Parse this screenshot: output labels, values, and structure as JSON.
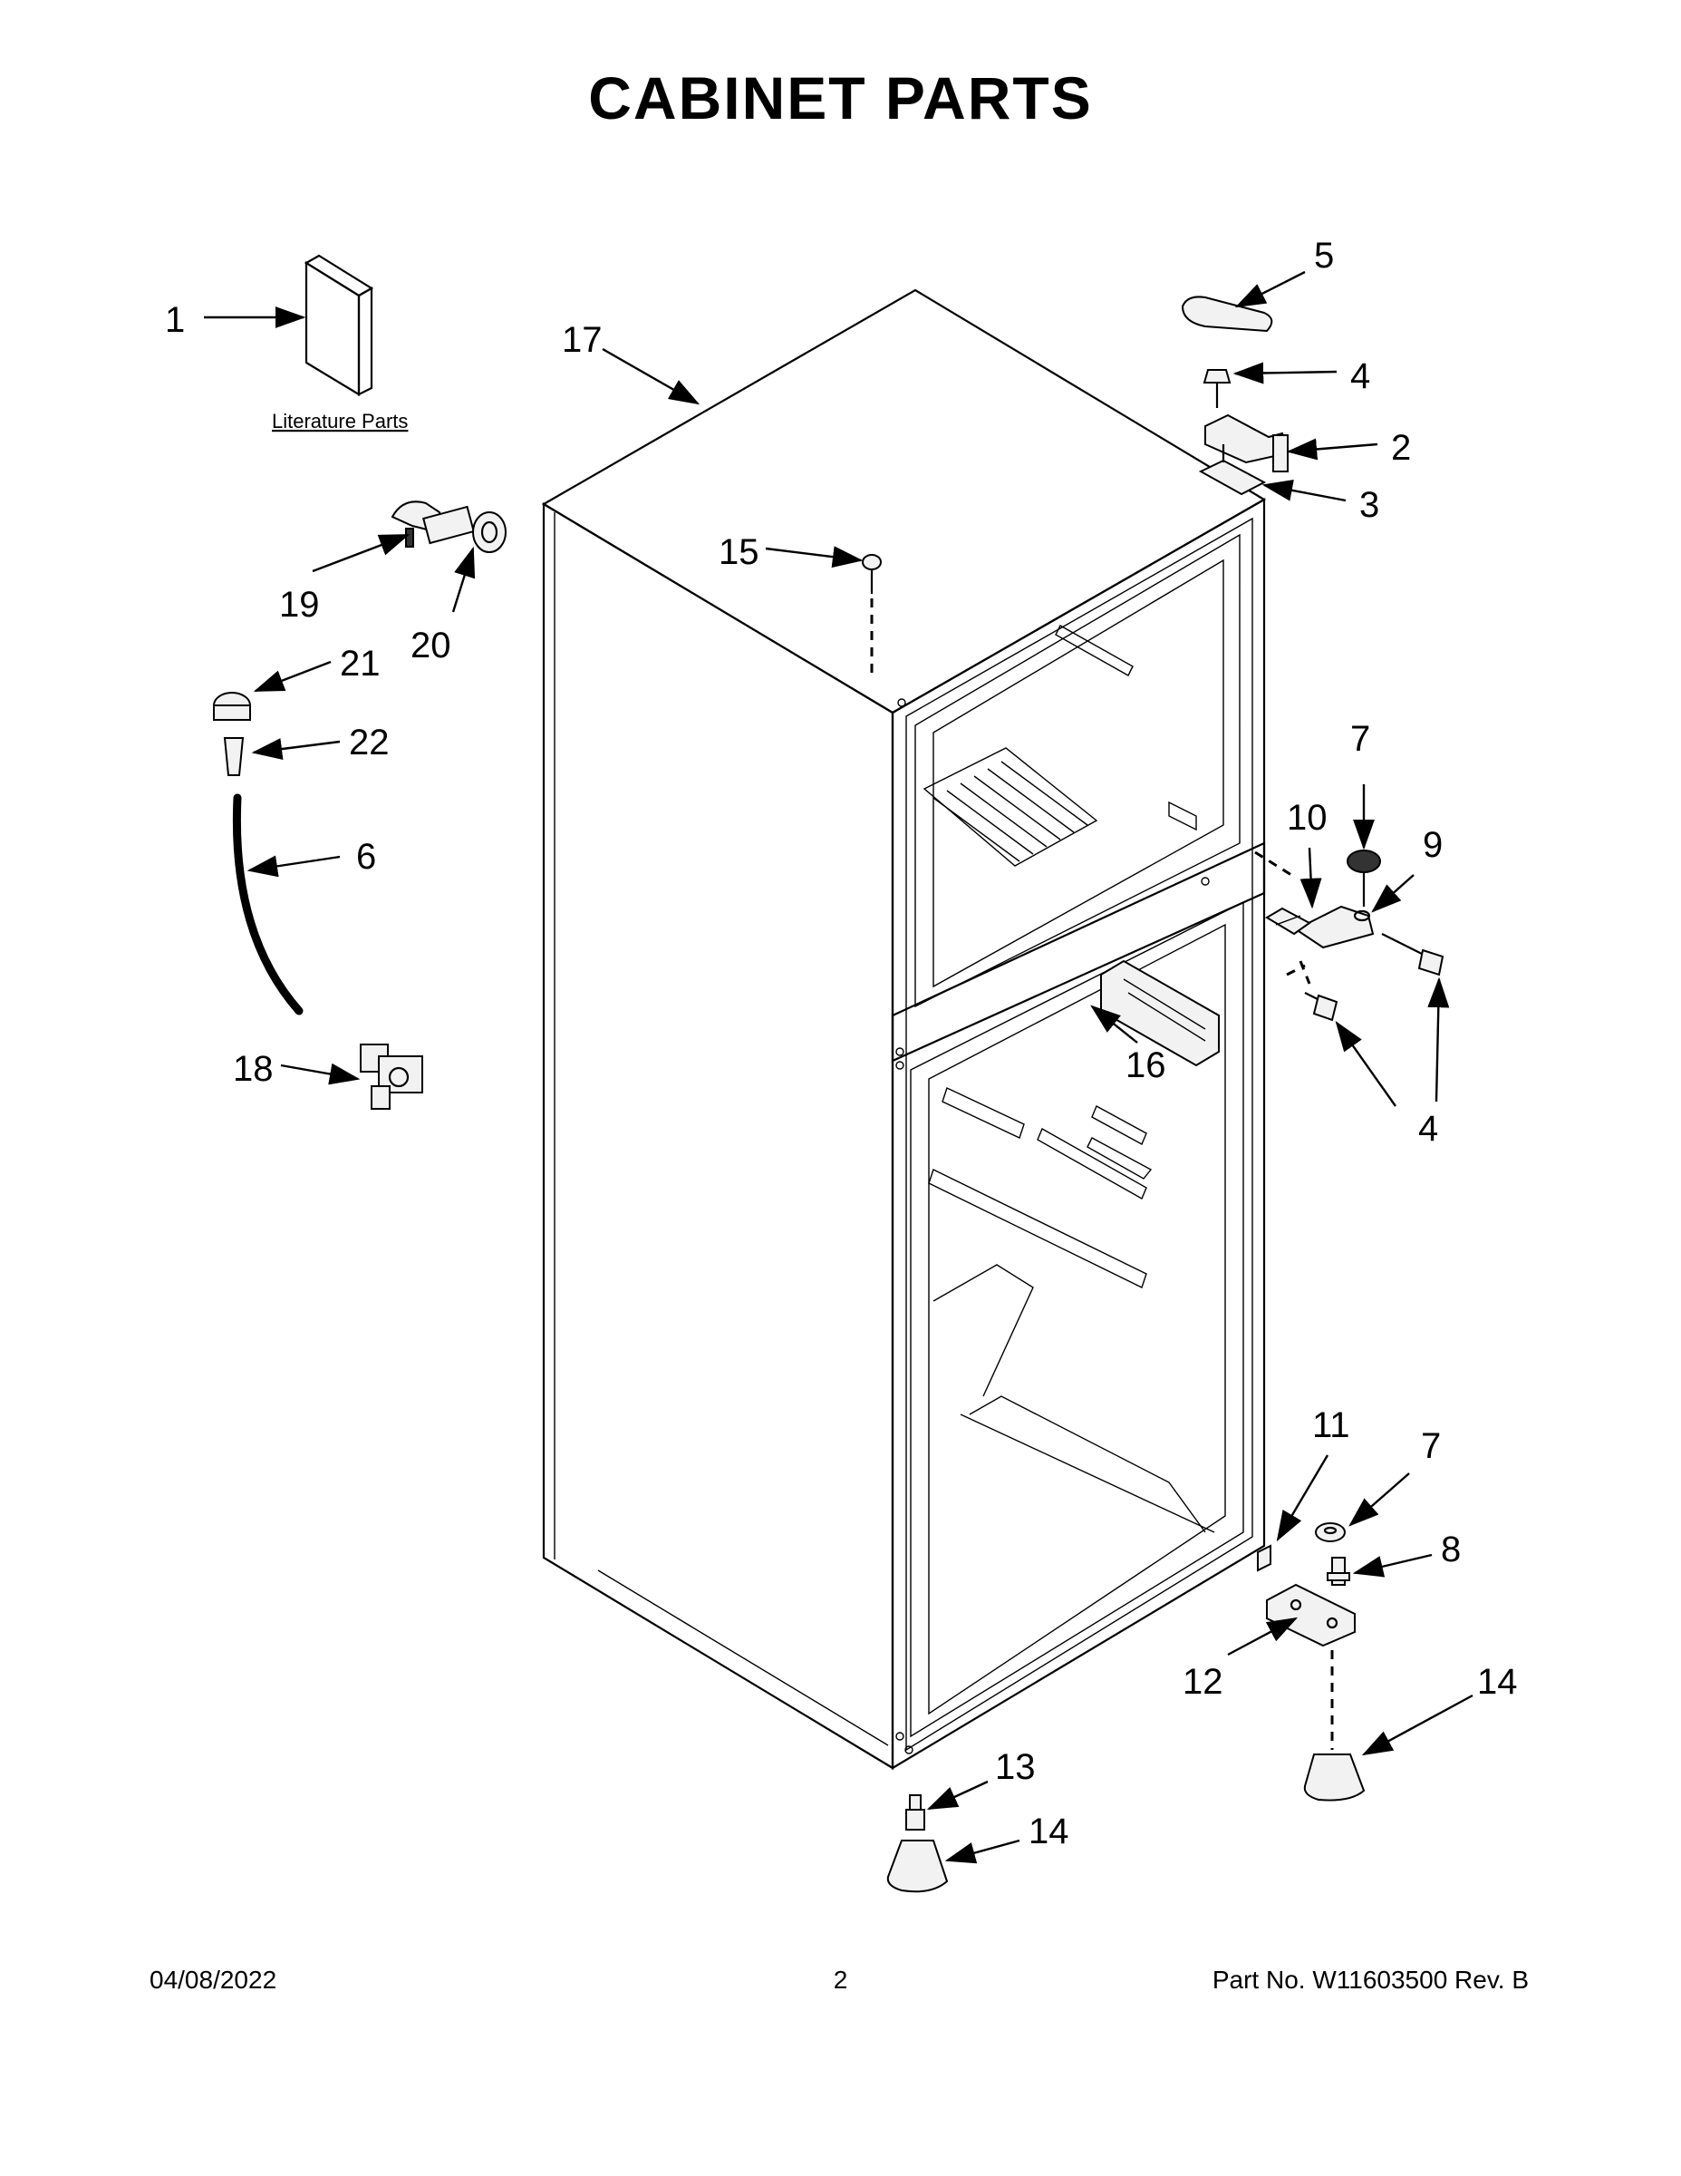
{
  "title": "CABINET PARTS",
  "literature_label": "Literature Parts",
  "callouts": {
    "c1": "1",
    "c2": "2",
    "c3": "3",
    "c4a": "4",
    "c4b": "4",
    "c5": "5",
    "c6": "6",
    "c7a": "7",
    "c7b": "7",
    "c8": "8",
    "c9": "9",
    "c10": "10",
    "c11": "11",
    "c12": "12",
    "c13": "13",
    "c14a": "14",
    "c14b": "14",
    "c15": "15",
    "c16": "16",
    "c17": "17",
    "c18": "18",
    "c19": "19",
    "c20": "20",
    "c21": "21",
    "c22": "22"
  },
  "footer": {
    "date": "04/08/2022",
    "page": "2",
    "part_no": "Part No.  W11603500   Rev.  B"
  }
}
